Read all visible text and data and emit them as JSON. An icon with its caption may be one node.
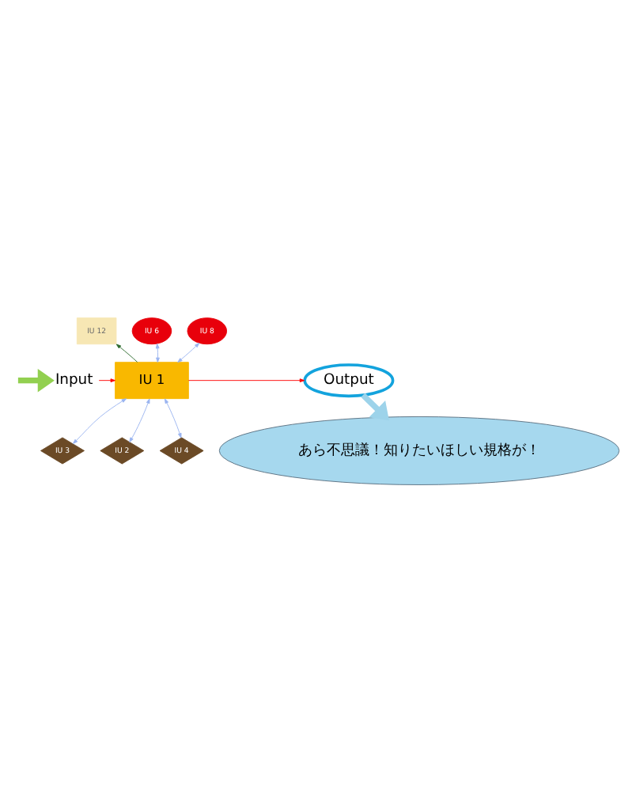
{
  "diagram": {
    "nodes": [
      {
        "text": [
          "IU 12"
        ]
      },
      {
        "text": [
          "IU 6"
        ]
      },
      {
        "text": [
          "IU 8"
        ]
      },
      {
        "text": [
          "Input"
        ]
      },
      {
        "text": [
          "IU 1"
        ]
      },
      {
        "text": [
          "Output"
        ]
      },
      {
        "text": [
          "IU 3"
        ]
      },
      {
        "text": [
          "IU 2"
        ]
      },
      {
        "text": [
          "IU 4"
        ]
      },
      {
        "text": [
          "あら不思議！知りたいほしい規格が！"
        ]
      }
    ],
    "edges": [
      {
        "from": null,
        "to": 3,
        "arrow": "to",
        "style": "thick",
        "color": "#92d050"
      },
      {
        "from": 3,
        "to": 4,
        "arrow": "to",
        "color": "#ff0000"
      },
      {
        "from": 4,
        "to": 5,
        "arrow": "to",
        "color": "#ff0000"
      },
      {
        "from": 4,
        "to": 0,
        "arrow": "to",
        "color": "#2e6b2e"
      },
      {
        "from": 4,
        "to": 1,
        "arrow": "both"
      },
      {
        "from": 4,
        "to": 2,
        "arrow": "both"
      },
      {
        "from": 6,
        "to": 4,
        "arrow": "both"
      },
      {
        "from": 7,
        "to": 4,
        "arrow": "both"
      },
      {
        "from": 8,
        "to": 4,
        "arrow": "both"
      },
      {
        "from": 5,
        "to": 9,
        "arrow": "to",
        "style": "thick",
        "color": "#9dd3ea"
      }
    ]
  }
}
